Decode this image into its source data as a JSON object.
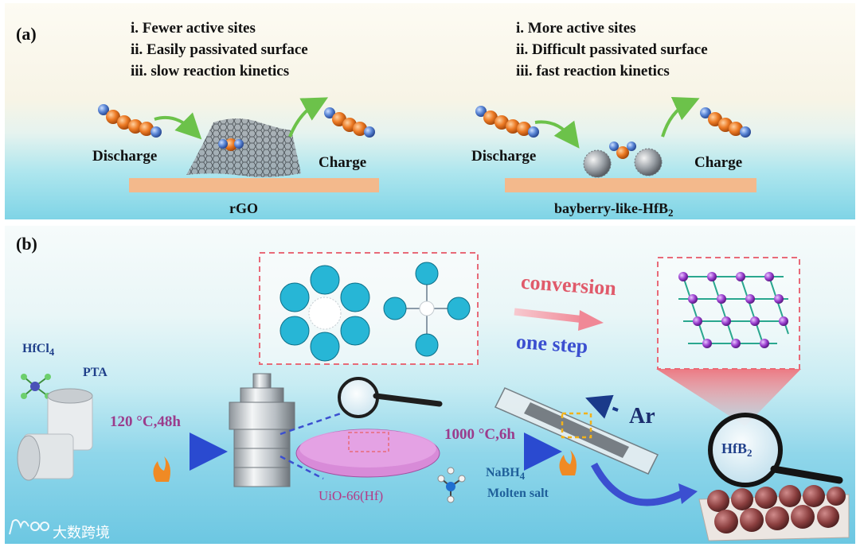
{
  "panel_a": {
    "label": "(a)",
    "left": {
      "points": [
        "i. Fewer active sites",
        "ii. Easily passivated surface",
        "iii. slow reaction kinetics"
      ],
      "discharge": "Discharge",
      "charge": "Charge",
      "substrate": "rGO"
    },
    "right": {
      "points": [
        "i. More active sites",
        "ii. Difficult passivated surface",
        "iii. fast reaction kinetics"
      ],
      "discharge": "Discharge",
      "charge": "Charge",
      "substrate_main": "bayberry-like-HfB",
      "substrate_sub": "2"
    }
  },
  "panel_b": {
    "label": "(b)",
    "hfcl_main": "HfCl",
    "hfcl_sub": "4",
    "pta": "PTA",
    "step1": "120 °C,48h",
    "uio": "UiO-66(Hf)",
    "step2": "1000 °C,6h",
    "nabh_main": "NaBH",
    "nabh_sub": "4",
    "molten": "Molten salt",
    "ar": "Ar",
    "conversion": "conversion",
    "one_step": "one step",
    "hfb_main": "HfB",
    "hfb_sub": "2",
    "watermark": "大数跨境"
  },
  "colors": {
    "orange_atom": "#e8731c",
    "blue_atom": "#4a6fc0",
    "substrate": "#f3b98c",
    "green_arrow": "#6cc24a",
    "purple_text": "#9b3c8c",
    "pink_text": "#e05a6a",
    "blue_text": "#3b4fd0",
    "teal_text": "#1f5f9a",
    "zr_cluster": "#27b6d6",
    "hf_atom": "#9a3ecf",
    "bayberry": "#8b3f3f"
  }
}
